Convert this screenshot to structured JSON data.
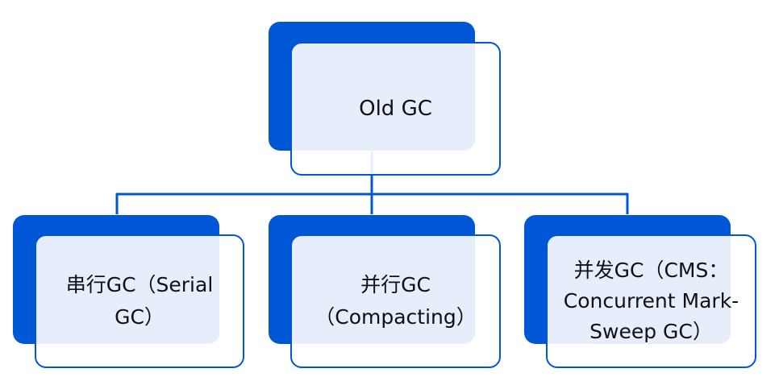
{
  "diagram": {
    "root": {
      "label": "Old GC"
    },
    "children": [
      {
        "label": "串行GC（Serial GC）"
      },
      {
        "label": "并行GC（Compacting）"
      },
      {
        "label": "并发GC（CMS：Concurrent Mark-Sweep GC）"
      }
    ]
  },
  "colors": {
    "accent": "#0057d6",
    "text": "#111111",
    "box_fill": "#ffffff"
  }
}
